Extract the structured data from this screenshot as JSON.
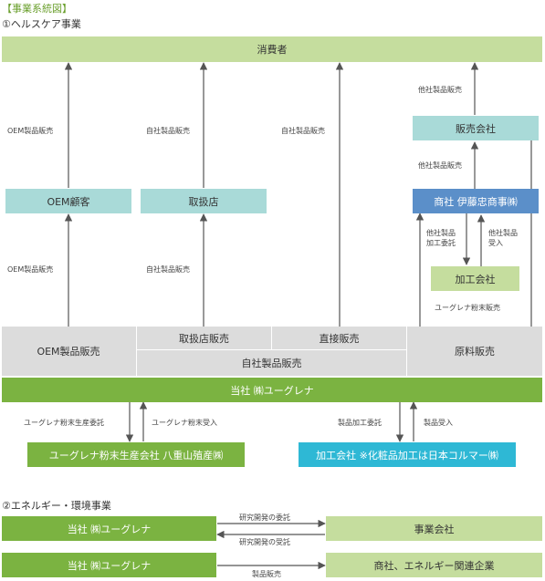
{
  "title": "【事業系統図】",
  "section1": {
    "heading": "①ヘルスケア事業",
    "consumer": "消費者",
    "oem_customer": "OEM顧客",
    "dealer": "取扱店",
    "sales_company": "販売会社",
    "trading_company": "商社 伊藤忠商事㈱",
    "processing_company_small": "加工会社",
    "labels": {
      "oem_sales_top": "OEM製品販売",
      "own_sales_top_dealer": "自社製品販売",
      "own_sales_direct": "自社製品販売",
      "other_sales_top": "他社製品販売",
      "other_sales_mid": "他社製品販売",
      "oem_sales_bottom": "OEM製品販売",
      "own_sales_bottom_dealer": "自社製品販売",
      "other_processing_consign": "他社製品\n加工委託",
      "other_receive": "他社製品\n受入",
      "euglena_powder_sales": "ユーグレナ粉末販売",
      "powder_consign": "ユーグレナ粉末生産委託",
      "powder_receive": "ユーグレナ粉末受入",
      "product_processing_consign": "製品加工委託",
      "product_receive": "製品受入"
    },
    "channel_oem": "OEM製品販売",
    "channel_dealer": "取扱店販売",
    "channel_direct": "直接販売",
    "channel_own_products": "自社製品販売",
    "channel_raw_material": "原料販売",
    "company": "当社 ㈱ユーグレナ",
    "yaeyama": "ユーグレナ粉末生産会社 八重山殖産㈱",
    "processing_company": "加工会社 ※化粧品加工は日本コルマー㈱"
  },
  "section2": {
    "heading": "②エネルギー・環境事業",
    "company1": "当社 ㈱ユーグレナ",
    "business_company": "事業会社",
    "rd_consign": "研究開発の委託",
    "rd_receive": "研究開発の受託",
    "company2": "当社 ㈱ユーグレナ",
    "trading_energy": "商社、エネルギー関連企業",
    "product_sales": "製品販売"
  },
  "colors": {
    "light_green": "#c5dd9e",
    "dark_green": "#7bb341",
    "teal": "#a9dad8",
    "blue": "#5b8fc9",
    "cyan": "#2eb8d5",
    "gray": "#dcdcdc",
    "arrow": "#555555"
  }
}
